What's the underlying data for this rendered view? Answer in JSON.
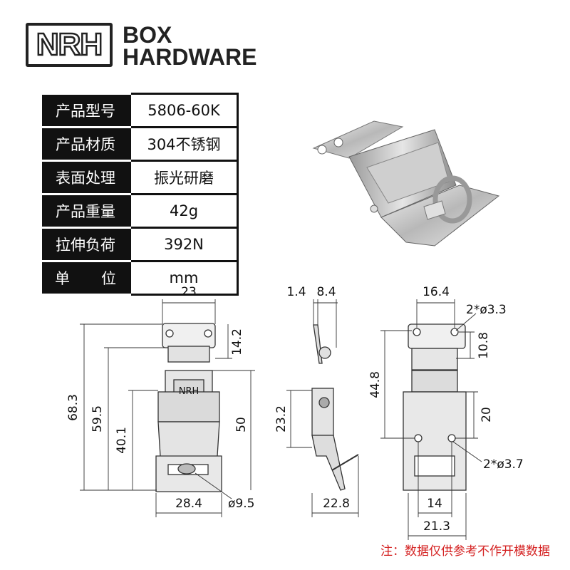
{
  "brand": {
    "logo": "NRH",
    "line1": "BOX",
    "line2": "HARDWARE"
  },
  "spec": [
    {
      "key": "产品型号",
      "value": "5806-60K"
    },
    {
      "key": "产品材质",
      "value": "304不锈钢"
    },
    {
      "key": "表面处理",
      "value": "振光研磨"
    },
    {
      "key": "产品重量",
      "value": "42g"
    },
    {
      "key": "拉伸负荷",
      "value": "392N"
    },
    {
      "key_a": "单",
      "key_b": "位",
      "value": "mm"
    }
  ],
  "front_view": {
    "width_top": "23",
    "height_total": "68.3",
    "height_mid": "59.5",
    "height_low": "40.1",
    "height_plate": "14.2",
    "height_right": "50",
    "width_bottom": "28.4",
    "ring": "ø9.5",
    "emboss": "NRH"
  },
  "side_view": {
    "dim_a": "1.4",
    "dim_b": "8.4",
    "height": "23.2",
    "depth": "22.8"
  },
  "back_view": {
    "width_top": "16.4",
    "holes_top": "2*ø3.3",
    "height_hole": "10.8",
    "height_total": "44.8",
    "height_mid": "20",
    "holes_low": "2*ø3.7",
    "width_inner": "14",
    "width_bottom": "21.3"
  },
  "note": "注：数据仅供参考不作开模数据"
}
